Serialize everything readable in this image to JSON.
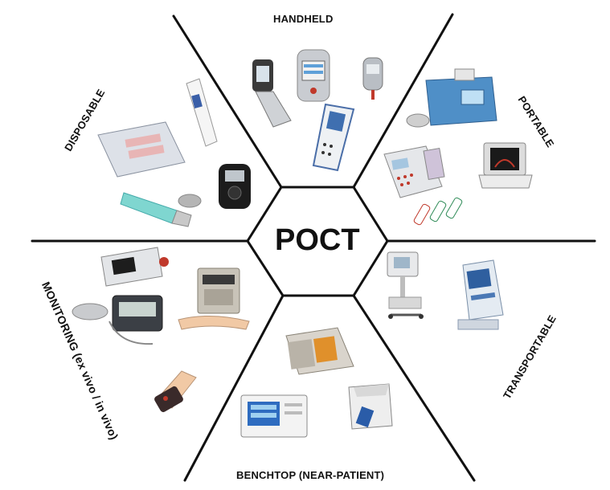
{
  "diagram": {
    "center": "POCT",
    "segments": [
      {
        "id": "handheld",
        "label": "HANDHELD",
        "devices": [
          "flip glucose meter",
          "handheld analyzer",
          "compact glucose meter",
          "handheld scanner"
        ]
      },
      {
        "id": "portable",
        "label": "PORTABLE",
        "devices": [
          "portable printer analyzer",
          "keypad analyzer",
          "portable ultrasound",
          "test cartridges"
        ]
      },
      {
        "id": "transportable",
        "label": "TRANSPORTABLE",
        "devices": [
          "cart-mounted unit",
          "trolley analyzer"
        ]
      },
      {
        "id": "benchtop",
        "label": "BENCHTOP (NEAR-PATIENT)",
        "devices": [
          "benchtop analyzer",
          "touchscreen analyzer",
          "cartridge analyzer"
        ]
      },
      {
        "id": "monitoring",
        "label": "MONITORING (ex vivo / in vivo)",
        "devices": [
          "vital signs monitor",
          "infusion monitor",
          "wearable monitor",
          "finger pulse oximeter"
        ]
      },
      {
        "id": "disposable",
        "label": "DISPOSABLE",
        "devices": [
          "pregnancy test stick",
          "test card",
          "USB test stick",
          "A1C test reader"
        ]
      }
    ]
  },
  "colors": {
    "lines": "#111111",
    "text": "#111111",
    "background": "#ffffff"
  }
}
